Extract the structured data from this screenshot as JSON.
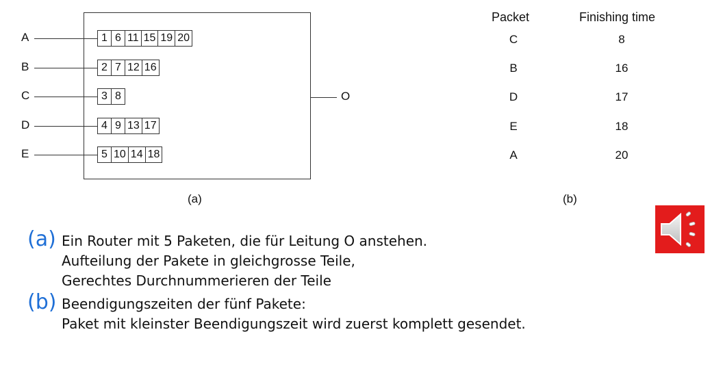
{
  "diagram_a": {
    "inputs": [
      {
        "label": "A",
        "cells": [
          "1",
          "6",
          "11",
          "15",
          "19",
          "20"
        ]
      },
      {
        "label": "B",
        "cells": [
          "2",
          "7",
          "12",
          "16"
        ]
      },
      {
        "label": "C",
        "cells": [
          "3",
          "8"
        ]
      },
      {
        "label": "D",
        "cells": [
          "4",
          "9",
          "13",
          "17"
        ]
      },
      {
        "label": "E",
        "cells": [
          "5",
          "10",
          "14",
          "18"
        ]
      }
    ],
    "output_label": "O",
    "caption": "(a)"
  },
  "table_b": {
    "header_packet": "Packet",
    "header_time": "Finishing time",
    "rows": [
      {
        "packet": "C",
        "time": "8"
      },
      {
        "packet": "B",
        "time": "16"
      },
      {
        "packet": "D",
        "time": "17"
      },
      {
        "packet": "E",
        "time": "18"
      },
      {
        "packet": "A",
        "time": "20"
      }
    ],
    "caption": "(b)"
  },
  "notes": {
    "a_tag": "(a)",
    "a_lines": [
      "Ein Router mit 5 Paketen, die für Leitung O anstehen.",
      "Aufteilung der Pakete in gleichgrosse Teile,",
      "Gerechtes Durchnummerieren der Teile"
    ],
    "b_tag": "(b)",
    "b_lines": [
      "Beendigungszeiten der fünf Pakete:",
      "Paket mit kleinster Beendigungszeit wird zuerst komplett gesendet."
    ]
  },
  "audio_icon": {
    "name": "speaker-icon",
    "color": "#e31c1c"
  }
}
